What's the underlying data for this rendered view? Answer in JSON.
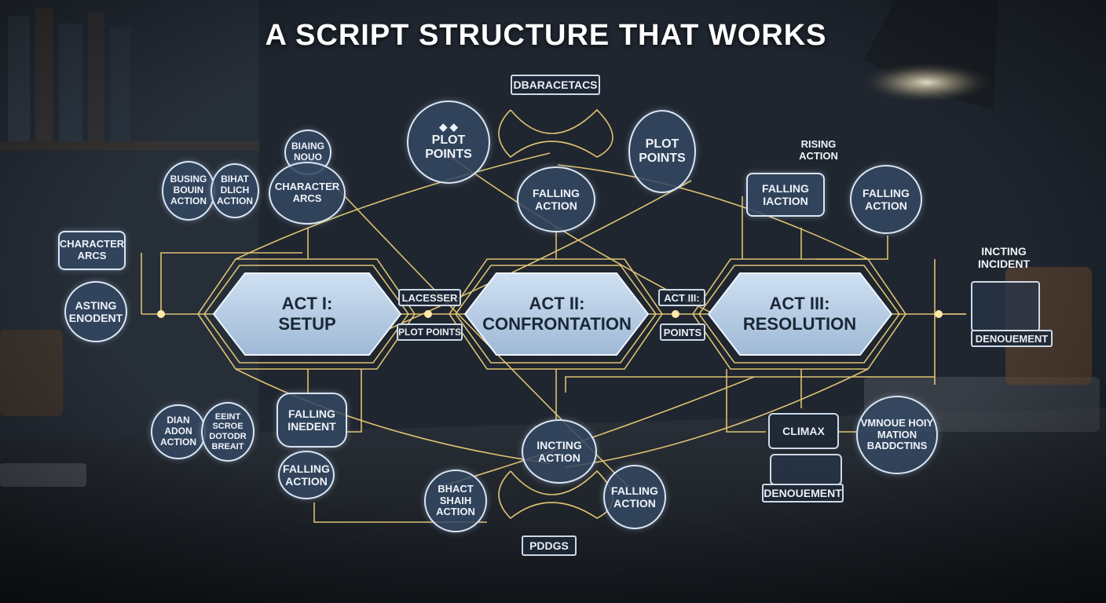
{
  "title": "A SCRIPT STRUCTURE THAT WORKS",
  "acts": {
    "act1": [
      "ACT I:",
      "SETUP"
    ],
    "act2": [
      "ACT II:",
      "CONFRONTATION"
    ],
    "act3": [
      "ACT III:",
      "RESOLUTION"
    ]
  },
  "connector_labels": {
    "lacesser": "LACESSER",
    "plot_points": "PLOT POINTS",
    "act_iii": "ACT III:",
    "points": "POINTS"
  },
  "tags": {
    "dbaracetacs": "DBARACETACS",
    "pdds": "PDDGS",
    "denouement_right": "DENOUEMENT",
    "denouement_bottom": "DENOUEMENT",
    "climax": "CLIMAX",
    "inciting_incident_label": [
      "INCTING",
      "INCIDENT"
    ],
    "rising_action_label": [
      "RISING",
      "ACTION"
    ]
  },
  "nodes": {
    "plot_points_left": [
      "PLOT",
      "POINTS"
    ],
    "plot_points_right": [
      "PLOT",
      "POINTS"
    ],
    "falling_action_top": [
      "FALLING",
      "ACTION"
    ],
    "biaing_nouo": [
      "BIAING",
      "NOUO"
    ],
    "busing_bouin_action": [
      "BUSING",
      "BOUIN",
      "ACTION"
    ],
    "bihat_dlich_action": [
      "BIHAT",
      "DLICH",
      "ACTION"
    ],
    "character_arcs_top": [
      "CHARACTER",
      "ARCS"
    ],
    "character_arcs_left": [
      "CHARACTER",
      "ARCS"
    ],
    "asting_enodent": [
      "ASTING",
      "ENODENT"
    ],
    "falling_iaction": [
      "FALLING",
      "IACTION"
    ],
    "falling_action_right": [
      "FALLING",
      "ACTION"
    ],
    "dian_adon_action": [
      "DIAN",
      "ADON",
      "ACTION"
    ],
    "eeint_scroe": [
      "EEINT",
      "SCROE",
      "DOTODR",
      "BREAIT"
    ],
    "falling_inedent": [
      "FALLING",
      "INEDENT"
    ],
    "falling_action_low_left": [
      "FALLING",
      "ACTION"
    ],
    "incting_action": [
      "INCTING",
      "ACTION"
    ],
    "bhact_shaih_action": [
      "BHACT",
      "SHAIH",
      "ACTION"
    ],
    "falling_action_low_right": [
      "FALLING",
      "ACTION"
    ],
    "vmnoue_hoiy": [
      "VMNOUE HOIY",
      "MATION",
      "BADDCTINS"
    ]
  },
  "colors": {
    "background": "#1b222b",
    "act_fill": "#b7cee6",
    "wire": "#f2d27a",
    "node_fill": "#344862",
    "node_border": "#d9e6f4"
  }
}
